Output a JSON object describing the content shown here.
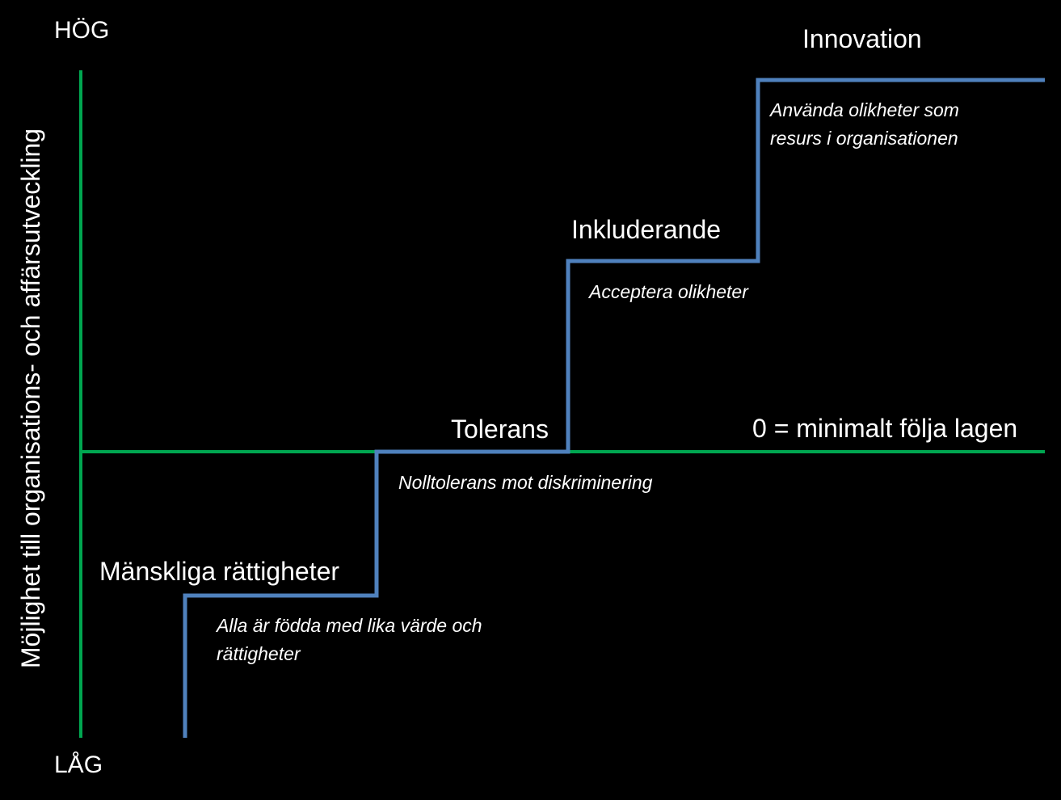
{
  "axis": {
    "high_label": "HÖG",
    "low_label": "LÅG",
    "vertical_title": "Möjlighet till organisations- och affärsutveckling"
  },
  "baseline_label": "0 = minimalt följa lagen",
  "steps": [
    {
      "title": "Mänskliga rättigheter",
      "description": [
        "Alla är födda med lika värde och",
        "rättigheter"
      ]
    },
    {
      "title": "Tolerans",
      "description": [
        "Nolltolerans mot diskriminering"
      ]
    },
    {
      "title": "Inkluderande",
      "description": [
        "Acceptera olikheter"
      ]
    },
    {
      "title": "Innovation",
      "description": [
        "Använda olikheter som",
        "resurs i organisationen"
      ]
    }
  ],
  "colors": {
    "background": "#000000",
    "axis_line": "#00a650",
    "staircase": "#4f81bd",
    "text": "#ffffff"
  }
}
